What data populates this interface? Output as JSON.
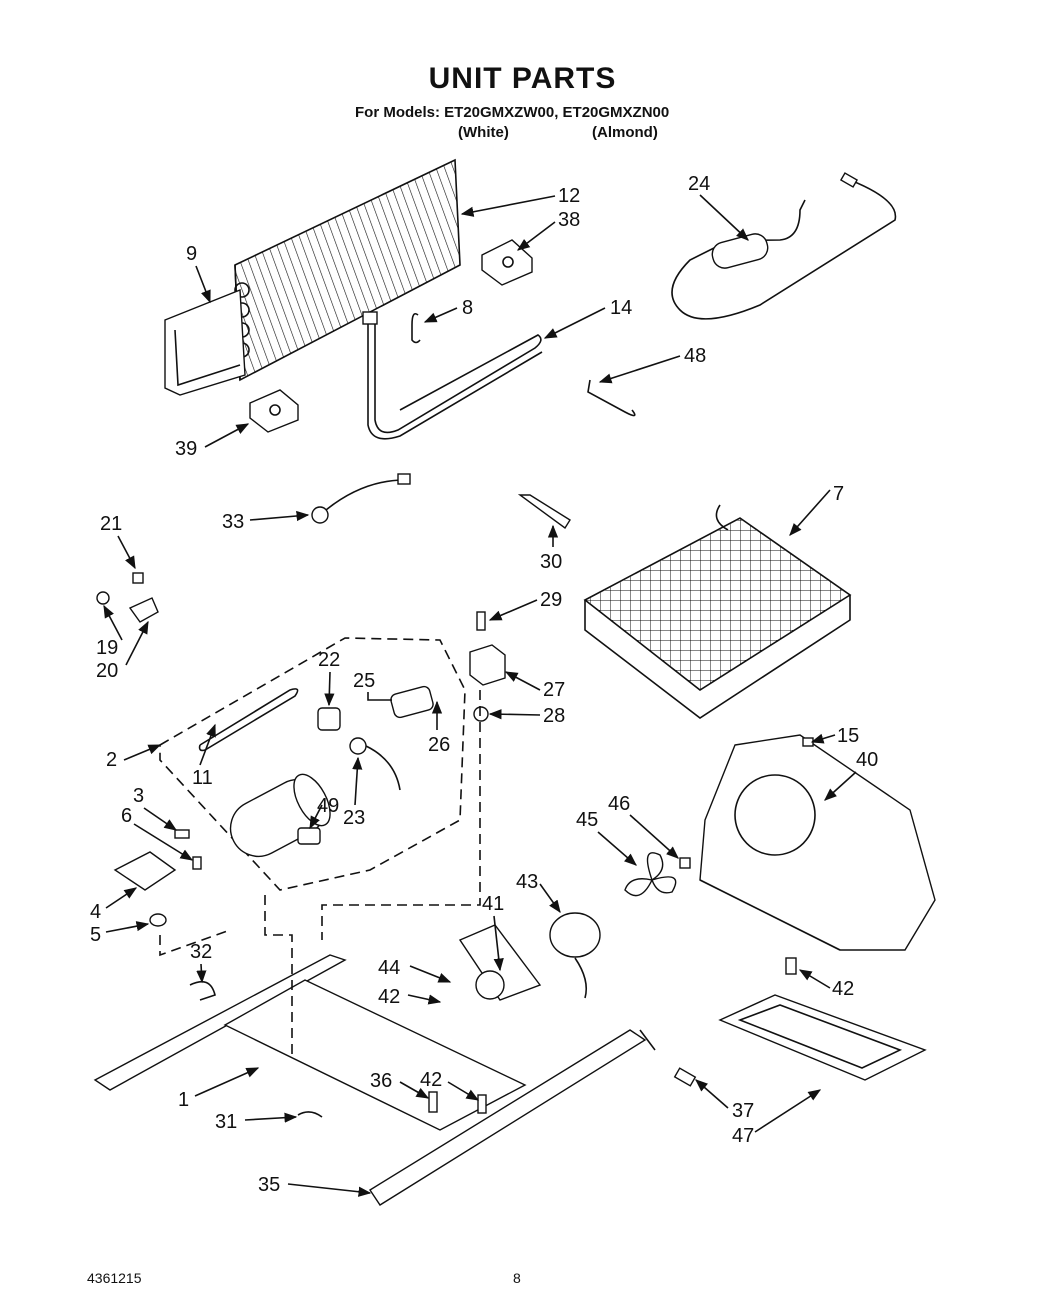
{
  "header": {
    "title": "UNIT PARTS",
    "models_line": "For Models: ET20GMXZW00, ET20GMXZN00",
    "variant_white": "(White)",
    "variant_almond": "(Almond)"
  },
  "callouts": {
    "c1": "1",
    "c2": "2",
    "c3": "3",
    "c4": "4",
    "c5": "5",
    "c6": "6",
    "c7": "7",
    "c8": "8",
    "c9": "9",
    "c11": "11",
    "c12": "12",
    "c14": "14",
    "c15": "15",
    "c19": "19",
    "c20": "20",
    "c21": "21",
    "c22": "22",
    "c23": "23",
    "c24": "24",
    "c25": "25",
    "c26": "26",
    "c27": "27",
    "c28": "28",
    "c29": "29",
    "c30": "30",
    "c31": "31",
    "c32": "32",
    "c33": "33",
    "c35": "35",
    "c36": "36",
    "c37": "37",
    "c38": "38",
    "c39": "39",
    "c40": "40",
    "c41": "41",
    "c42a": "42",
    "c42b": "42",
    "c42c": "42",
    "c43": "43",
    "c44": "44",
    "c45": "45",
    "c46": "46",
    "c47": "47",
    "c48": "48",
    "c49": "49"
  },
  "footer": {
    "doc_number": "4361215",
    "page_number": "8"
  }
}
